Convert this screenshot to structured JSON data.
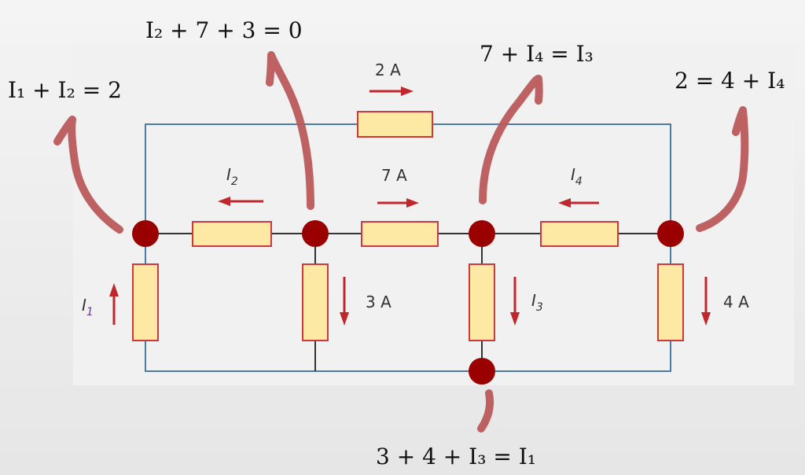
{
  "colors": {
    "wire_outer": "#4a7aa6",
    "wire_inner": "#333333",
    "node": "#9b0000",
    "resistor_fill": "#fde8a4",
    "resistor_stroke": "#d0393b",
    "arrow": "#c0272d",
    "annotation": "#b9595b"
  },
  "labels": {
    "top_current": "2 A",
    "i2": {
      "main": "I",
      "sub": "2"
    },
    "middle_current": "7 A",
    "i4": {
      "main": "I",
      "sub": "4"
    },
    "i1": {
      "main": "I",
      "sub": "1"
    },
    "left_mid_current": "3 A",
    "i3": {
      "main": "I",
      "sub": "3"
    },
    "right_current": "4 A"
  },
  "equations": {
    "node_left": "I₁ + I₂ = 2",
    "node_mid_left": "I₂ + 7 + 3 = 0",
    "node_mid_right": "7 + I₄ = I₃",
    "node_right": "2 = 4 + I₄",
    "node_bottom": "3 + 4 + I₃ = I₁"
  }
}
